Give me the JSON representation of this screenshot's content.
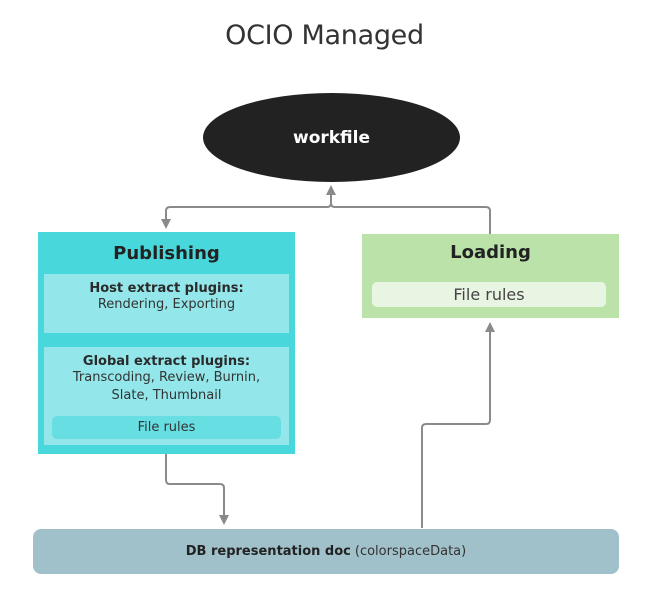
{
  "title": "OCIO Managed",
  "nodes": {
    "workfile": {
      "label": "workfile",
      "color": "#222222"
    },
    "publishing": {
      "label": "Publishing",
      "color": "#48d8dc",
      "host_extract": {
        "heading": "Host extract plugins:",
        "text": "Rendering, Exporting"
      },
      "global_extract": {
        "heading": "Global extract plugins:",
        "line1": "Transcoding, Review, Burnin,",
        "line2": "Slate, Thumbnail",
        "file_rules": "File rules"
      }
    },
    "loading": {
      "label": "Loading",
      "color": "#bbe3a9",
      "file_rules": "File rules"
    },
    "db": {
      "label_bold": "DB representation doc",
      "label_normal": "(colorspaceData)",
      "color": "#a1c1ca"
    }
  },
  "edges": [
    {
      "from": "workfile",
      "to": "publishing",
      "arrow": "to"
    },
    {
      "from": "loading",
      "to": "workfile",
      "arrow": "to"
    },
    {
      "from": "publishing",
      "to": "db",
      "arrow": "to"
    },
    {
      "from": "db",
      "to": "loading",
      "arrow": "to"
    }
  ],
  "edge_color": "#8a8a8a"
}
